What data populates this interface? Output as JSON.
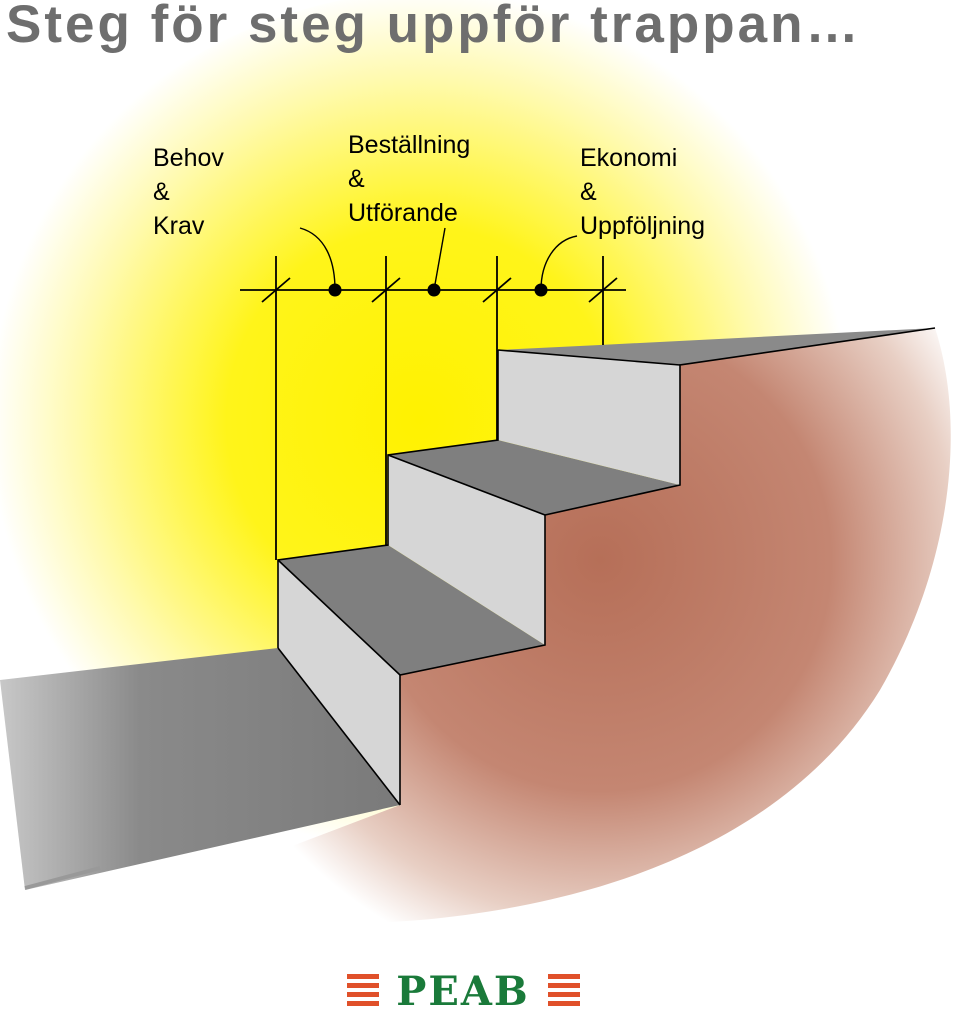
{
  "title": "Steg för steg uppför trappan…",
  "steps": [
    {
      "line1": "Behov",
      "line2": "&",
      "line3": "Krav"
    },
    {
      "line1": "Beställning",
      "line2": "&",
      "line3": "Utförande"
    },
    {
      "line1": "Ekonomi",
      "line2": "&",
      "line3": "Uppföljning"
    }
  ],
  "logo": {
    "text": "PEAB",
    "stripe_color": "#e0502a",
    "text_color": "#1a7a3a"
  },
  "colors": {
    "glow": "#fff200",
    "ground": "#b5705a",
    "tread": "#7f7f7f",
    "riser": "#d6d6d6"
  }
}
